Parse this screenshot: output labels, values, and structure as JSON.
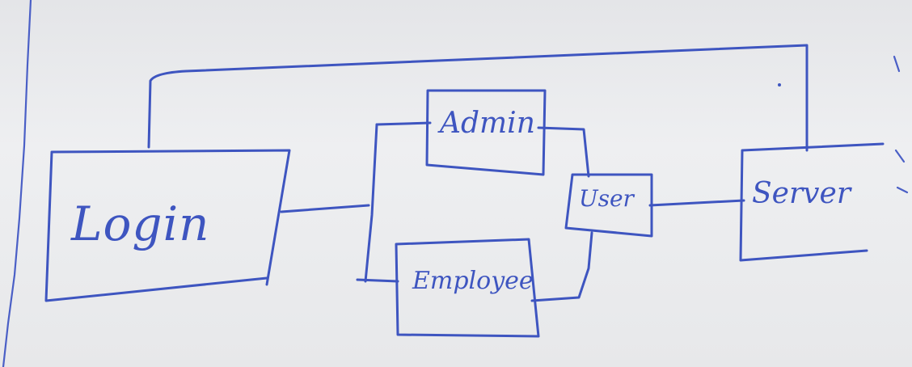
{
  "diagram": {
    "type": "hand-drawn block diagram",
    "ink_color": "#3e55c0",
    "paper_color": "#e9eaec",
    "nodes": {
      "login": "Login",
      "admin": "Admin",
      "employee": "Employee",
      "user": "User",
      "server": "Server"
    },
    "edges": [
      {
        "from": "Login",
        "to": "Server"
      },
      {
        "from": "Login",
        "to": "Admin"
      },
      {
        "from": "Login",
        "to": "Employee"
      },
      {
        "from": "Admin",
        "to": "User"
      },
      {
        "from": "Employee",
        "to": "User"
      },
      {
        "from": "User",
        "to": "Server"
      }
    ]
  }
}
